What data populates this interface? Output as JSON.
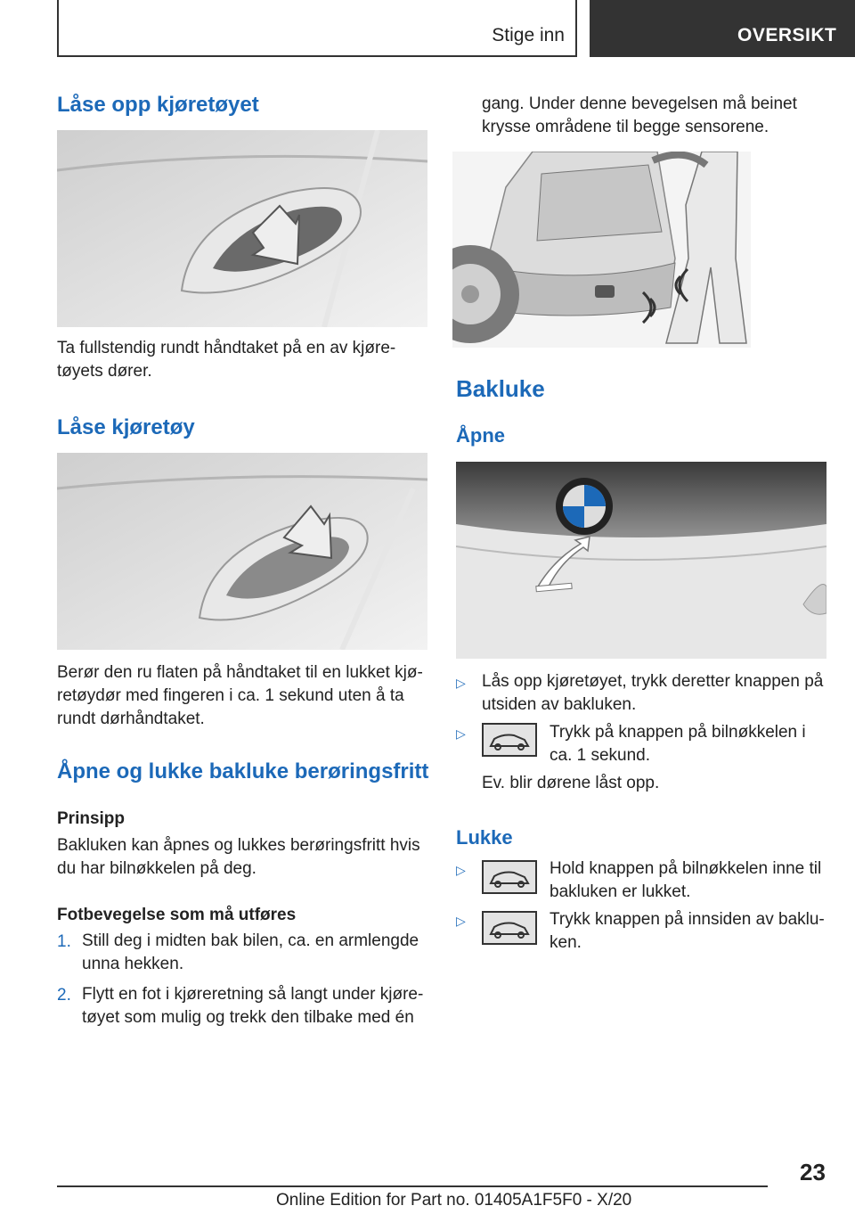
{
  "header": {
    "section": "Stige inn",
    "tab": "OVERSIKT"
  },
  "left": {
    "h_unlock": "Låse opp kjøretøyet",
    "p_unlock": [
      "Ta fullstendig rundt håndtaket på en av kjøre-",
      "tøyets dører."
    ],
    "h_lock": "Låse kjøretøy",
    "p_lock": [
      "Berør den ru flaten på håndtaket til en lukket kjø-",
      "retøydør med fingeren i ca. 1 sekund uten å ta",
      "rundt dørhåndtaket."
    ],
    "h_touchless": "Åpne og lukke bakluke berøringsfritt",
    "sub_principle": "Prinsipp",
    "p_principle": [
      "Bakluken kan åpnes og lukkes berøringsfritt hvis",
      "du har bilnøkkelen på deg."
    ],
    "sub_foot": "Fotbevegelse som må utføres",
    "steps": [
      {
        "num": "1.",
        "lines": [
          "Still deg i midten bak bilen, ca. en armlengde",
          "unna hekken."
        ]
      },
      {
        "num": "2.",
        "lines": [
          "Flytt en fot i kjøreretning så langt under kjøre-",
          "tøyet som mulig og trekk den tilbake med én"
        ]
      }
    ]
  },
  "right": {
    "cont": [
      "gang. Under denne bevegelsen må beinet",
      "krysse områdene til begge sensorene."
    ],
    "h_tailgate": "Bakluke",
    "h_open": "Åpne",
    "open_items": [
      [
        "Lås opp kjøretøyet, trykk deretter knappen på",
        "utsiden av bakluken."
      ],
      [
        "Trykk på knappen på bilnøkkelen i",
        "ca. 1 sekund."
      ]
    ],
    "open_note": "Ev. blir dørene låst opp.",
    "h_close": "Lukke",
    "close_items": [
      [
        "Hold knappen på bilnøkkelen inne til",
        "bakluken er lukket."
      ],
      [
        "Trykk knappen på innsiden av baklu-",
        "ken."
      ]
    ]
  },
  "footer": {
    "page": "23",
    "edition": "Online Edition for Part no. 01405A1F5F0 - X/20"
  },
  "icons": {
    "bullet": "triangle-bullet-icon",
    "key": "car-key-tailgate-icon"
  },
  "colors": {
    "accent": "#1c69b8",
    "header_dark": "#333333"
  }
}
